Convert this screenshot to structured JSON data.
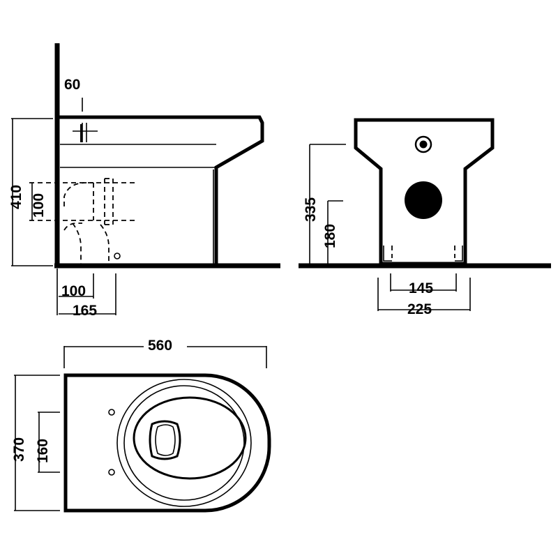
{
  "side_view": {
    "dims": {
      "pipe_width": "60",
      "total_height": "410",
      "outlet_height": "100",
      "outlet_offset": "100",
      "outlet_depth": "165"
    }
  },
  "front_view": {
    "dims": {
      "inlet_height": "335",
      "outlet_height": "180",
      "inner_fixing": "145",
      "outer_fixing": "225"
    }
  },
  "top_view": {
    "dims": {
      "length": "560",
      "width": "370",
      "seat_hole_spacing": "160"
    }
  }
}
